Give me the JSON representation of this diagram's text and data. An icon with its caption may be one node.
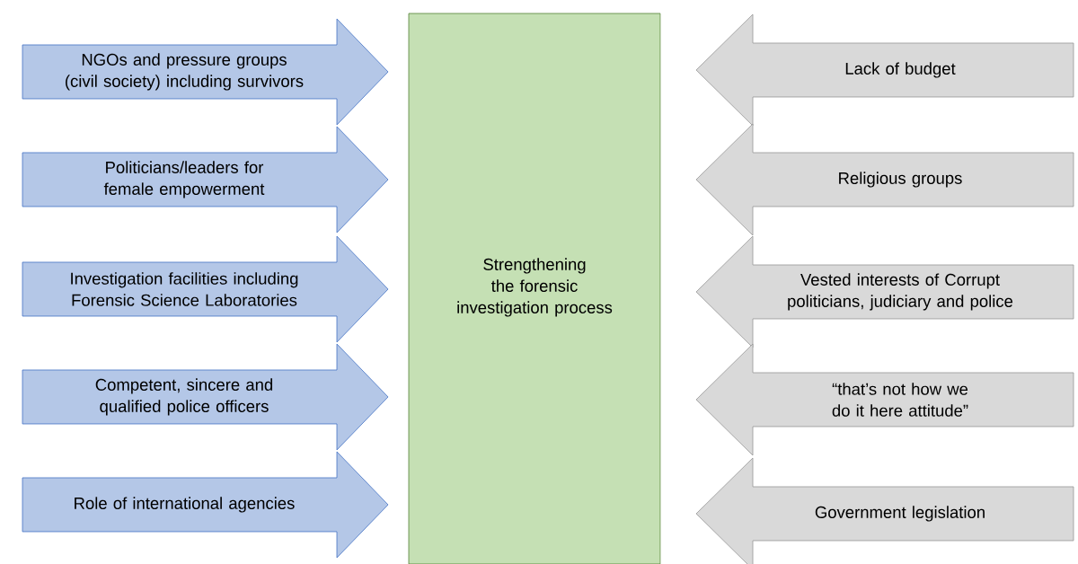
{
  "diagram": {
    "nodes": [
      {
        "text": [
          "NGOs and pressure groups (civil society) including survivors"
        ]
      },
      {
        "text": [
          "Politicians/leaders for female empowerment"
        ]
      },
      {
        "text": [
          "Investigation facilities including Forensic Science Laboratories"
        ]
      },
      {
        "text": [
          "Competent, sincere and qualified police officers"
        ]
      },
      {
        "text": [
          "Role of international agencies"
        ]
      },
      {
        "text": [
          "Strengthening the forensic investigation process"
        ]
      },
      {
        "text": [
          "Lack of budget"
        ]
      },
      {
        "text": [
          "Religious groups"
        ]
      },
      {
        "text": [
          "Vested interests of Corrupt politicians, judiciary and police"
        ]
      },
      {
        "text": [
          "“that’s not how we do it here attitude”"
        ]
      },
      {
        "text": [
          "Government legislation"
        ]
      }
    ]
  }
}
